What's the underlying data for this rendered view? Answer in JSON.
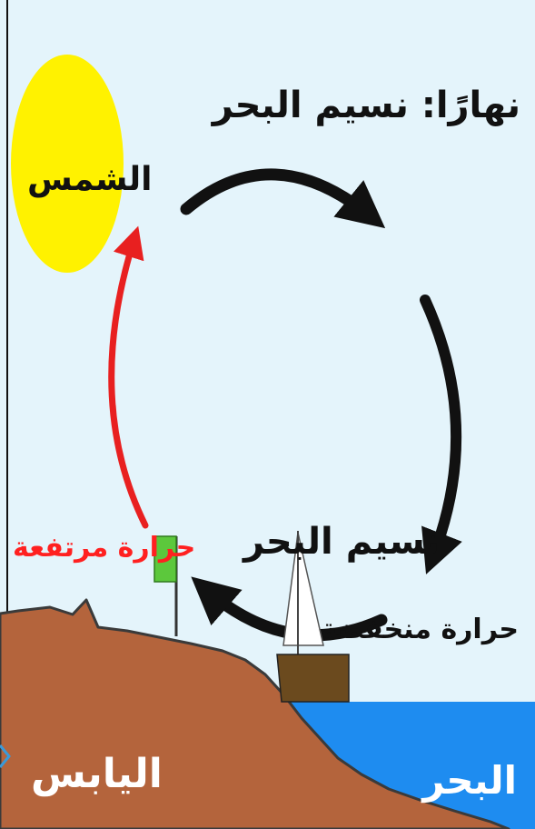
{
  "labels": {
    "title": "نهارًا: نسيم البحر",
    "sun": "الشمس",
    "breeze": "نسيم البحر",
    "low_temp": "حرارة منخفضة",
    "high_temp": "حرارة مرتفعة",
    "land": "اليابس",
    "sea": "البحر"
  },
  "colors": {
    "sky": "#e4f4fb",
    "sun": "#fff200",
    "land": "#b4643c",
    "sea": "#1e8cf0",
    "boat_hull": "#6b4a1e",
    "flag": "#5cc83c",
    "warm_arrow": "#e82020",
    "cool_arrow": "#111111"
  }
}
